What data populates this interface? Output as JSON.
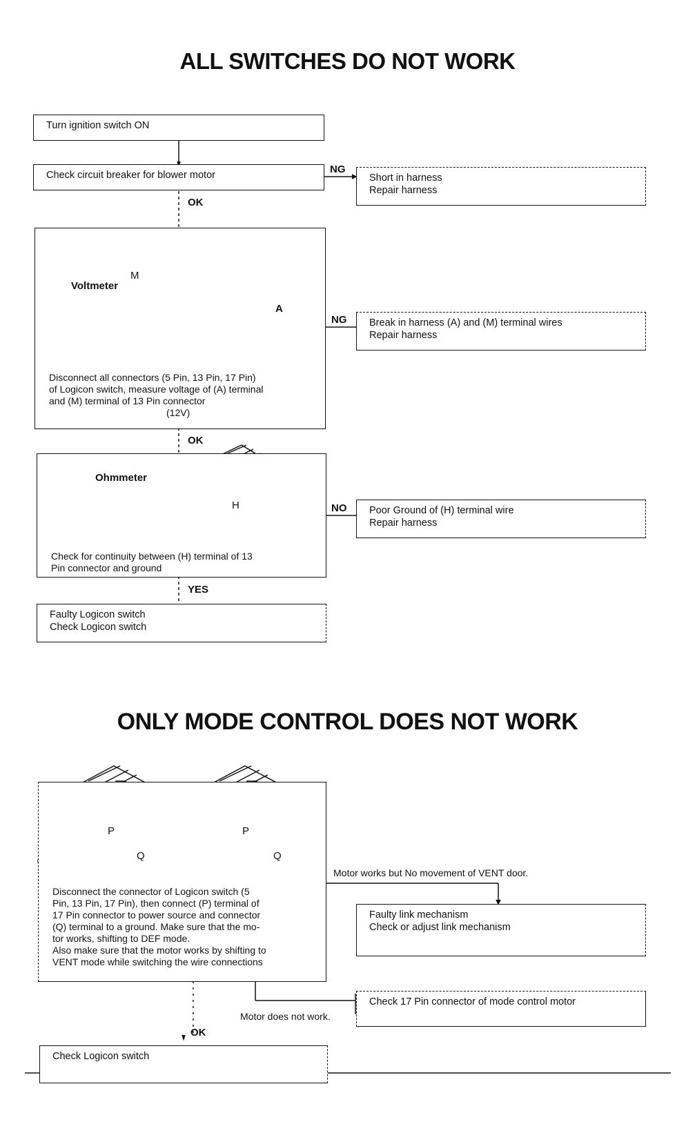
{
  "section1": {
    "title": "ALL SWITCHES DO NOT WORK",
    "step1": "Turn ignition switch ON",
    "step2": "Check circuit breaker for blower motor",
    "ng1_label": "NG",
    "ng1_result": [
      "Short in harness",
      "Repair harness"
    ],
    "ok1_label": "OK",
    "step3_meter": "Voltmeter",
    "step3_terminal_m": "M",
    "step3_terminal_a": "A",
    "step3_caption": [
      "Disconnect all connectors (5 Pin, 13 Pin, 17 Pin)",
      "of Logicon switch, measure voltage of (A) terminal",
      "and (M) terminal of 13 Pin connector"
    ],
    "step3_value": "(12V)",
    "ng2_label": "NG",
    "ng2_result": [
      "Break in harness (A) and (M) terminal wires",
      "Repair harness"
    ],
    "ok2_label": "OK",
    "step4_meter": "Ohmmeter",
    "step4_terminal_h": "H",
    "step4_caption": [
      "Check for continuity between (H) terminal of 13",
      "Pin connector and ground"
    ],
    "no_label": "NO",
    "no_result": [
      "Poor Ground of (H) terminal wire",
      "Repair harness"
    ],
    "yes_label": "YES",
    "step5": [
      "Faulty Logicon switch",
      "Check Logicon switch"
    ]
  },
  "section2": {
    "title": "ONLY MODE CONTROL DOES NOT WORK",
    "terminal_p": "P",
    "terminal_q": "Q",
    "caption": [
      "Disconnect the connector of Logicon switch (5",
      "Pin, 13 Pin, 17 Pin), then connect (P) terminal of",
      "17 Pin connector to power source and connector",
      "(Q) terminal to a ground. Make sure that the mo-",
      "tor works, shifting to DEF mode.",
      "Also make sure that the motor works by shifting to",
      "VENT mode while switching the wire connections"
    ],
    "branch1_label": "Motor works but No movement of VENT door.",
    "branch1_result": [
      "Faulty link mechanism",
      "Check or adjust link mechanism"
    ],
    "branch2_label": "Motor does not work.",
    "branch2_result": "Check 17 Pin connector of mode control motor",
    "ok_label": "OK",
    "final": "Check Logicon switch"
  }
}
